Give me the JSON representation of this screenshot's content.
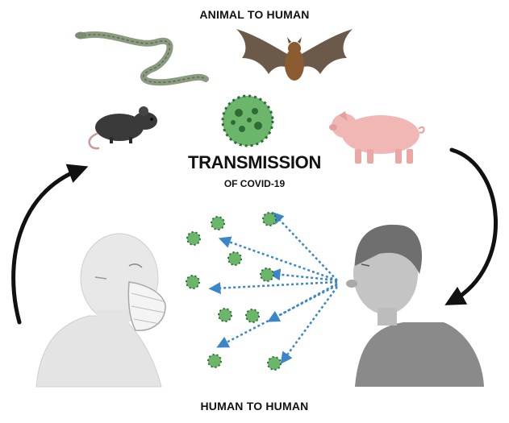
{
  "labels": {
    "top": "ANIMAL TO HUMAN",
    "title": "TRANSMISSION",
    "subtitle": "OF COVID-19",
    "bottom": "HUMAN TO HUMAN"
  },
  "colors": {
    "virus": "#5aa85a",
    "virus_dark": "#2f6b34",
    "droplet_arrow": "#3b86c8",
    "cycle_arrow": "#111111",
    "human_left": "#e4e4e4",
    "human_right": "#8a8a8a",
    "pig": "#f0b7b4",
    "rat": "#3a3a3a",
    "bat": "#6b5a4a",
    "snake": "#8b9b80"
  },
  "icons": [
    "snake-icon",
    "bat-icon",
    "rat-icon",
    "pig-icon",
    "coronavirus-icon",
    "masked-person-icon",
    "exhaling-person-icon"
  ]
}
